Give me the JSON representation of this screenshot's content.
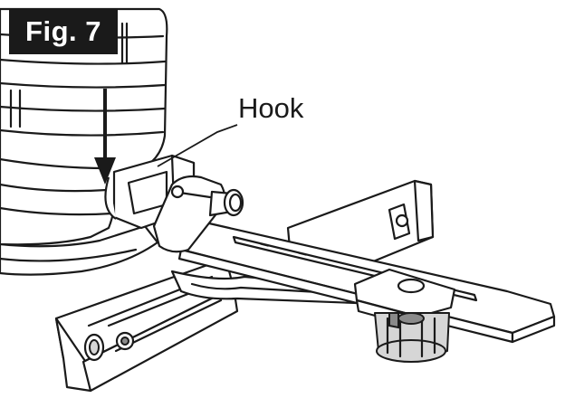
{
  "figure": {
    "label": "Fig. 7",
    "callouts": [
      {
        "text": "Hook"
      }
    ],
    "arrow": {
      "direction": "down"
    }
  }
}
